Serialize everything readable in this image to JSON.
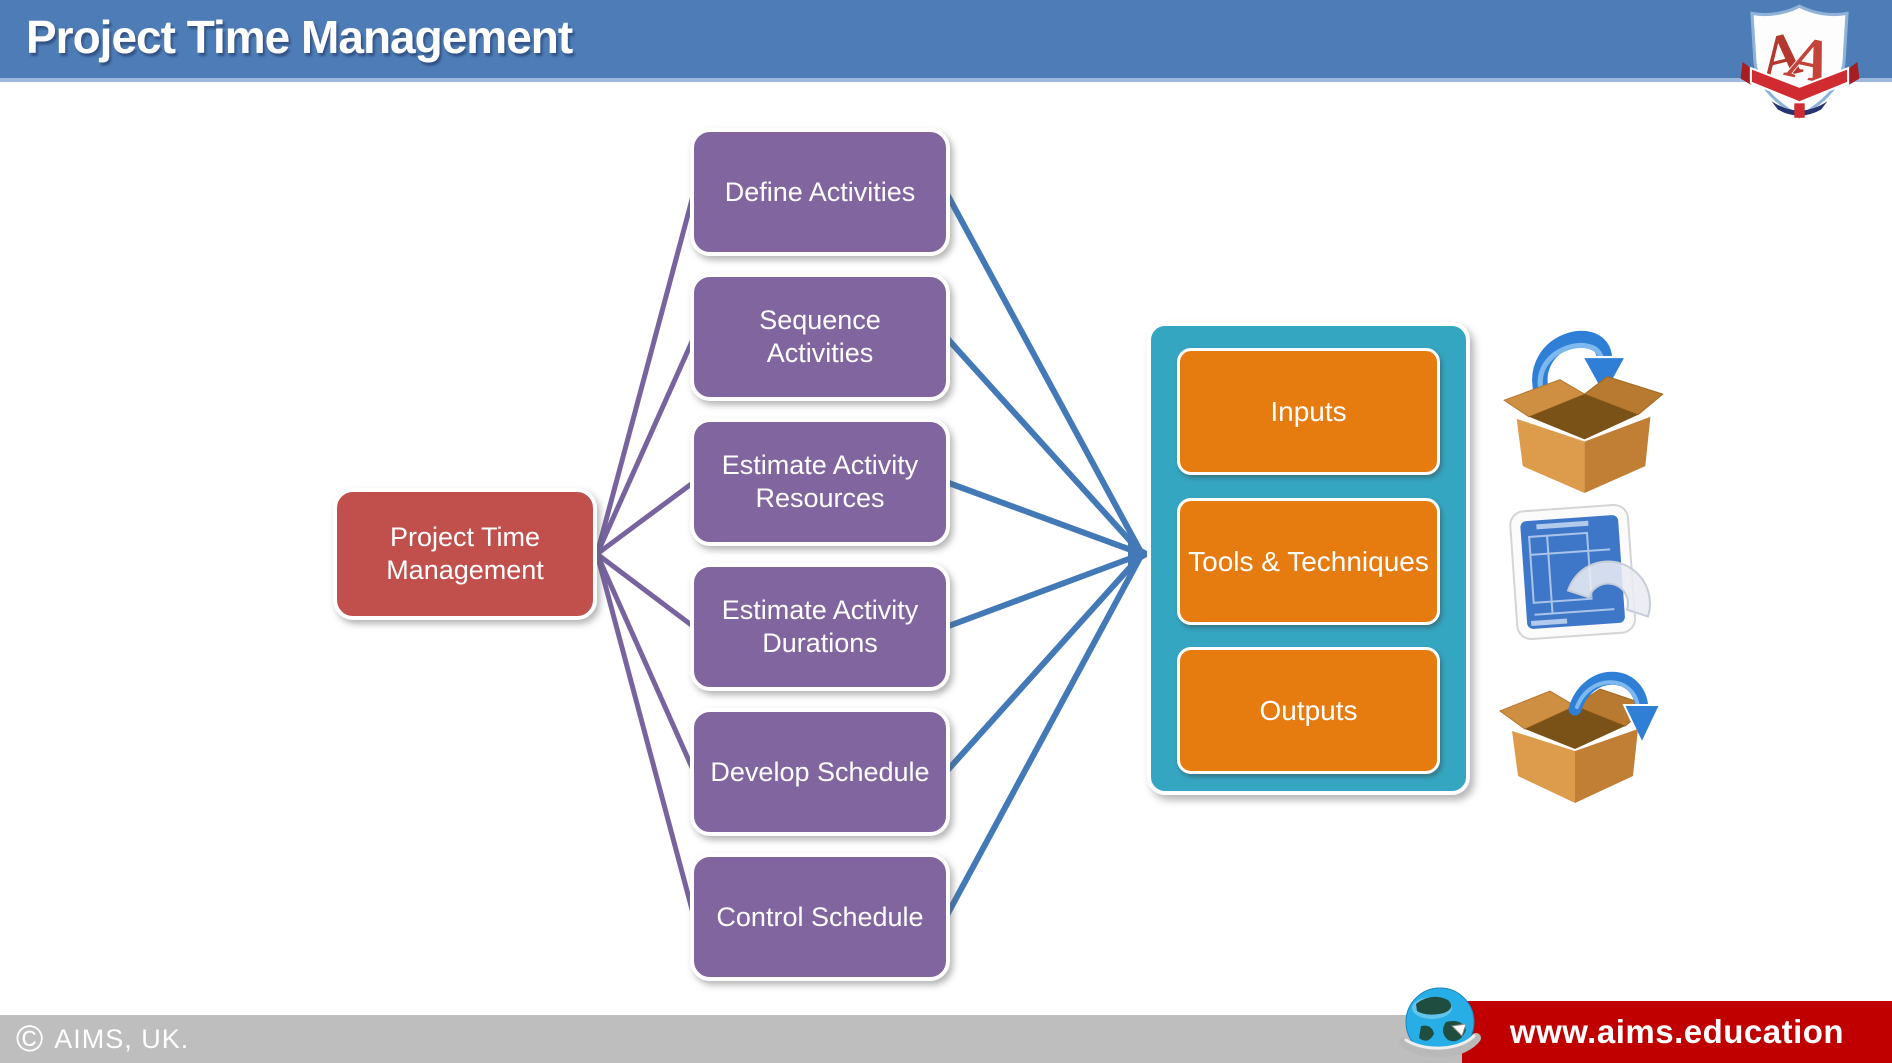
{
  "header": {
    "title": "Project Time Management",
    "bar_color": "#4d7cb6"
  },
  "logo": {
    "name": "aims-shield-logo"
  },
  "diagram": {
    "root": {
      "label": "Project Time Management"
    },
    "processes": [
      "Define Activities",
      "Sequence Activities",
      "Estimate Activity Resources",
      "Estimate Activity Durations",
      "Develop Schedule",
      "Control Schedule"
    ],
    "group": {
      "items": [
        "Inputs",
        "Tools & Techniques",
        "Outputs"
      ]
    },
    "colors": {
      "root_box": "#c14f4c",
      "process_box": "#80659f",
      "group_container": "#35a6c2",
      "group_item": "#e67b10",
      "connector_left": "#77649f",
      "connector_right": "#4379b6"
    },
    "icons": [
      "inputs-box-icon",
      "blueprint-tools-icon",
      "outputs-box-icon"
    ]
  },
  "footer": {
    "copyright_symbol": "©",
    "copyright_text": "AIMS, UK.",
    "website": "www.aims.education",
    "gray_bar_color": "#bebebe",
    "red_bar_color": "#c00000"
  }
}
